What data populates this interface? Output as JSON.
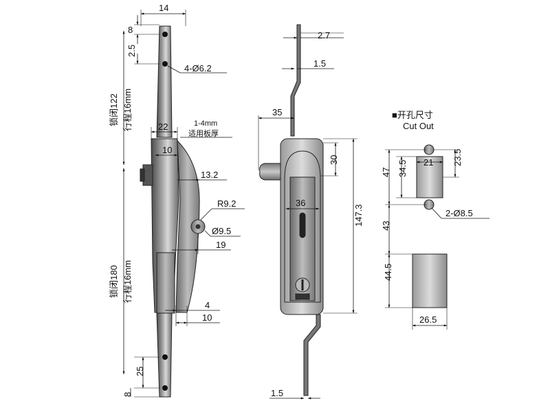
{
  "left_view": {
    "top_width": "14",
    "top_offset": "8",
    "hole_offset": "2.5",
    "holes": "4-Ø6.2",
    "upper_stroke_lock": "锁闭122",
    "upper_stroke_travel": "行程16mm",
    "body_width": "22",
    "panel_note_1": "1-4mm",
    "panel_note_2": "适用板厚",
    "inner_width": "10",
    "depth": "13.2",
    "radius": "R9.2",
    "roller_dia": "Ø9.5",
    "roller_offset": "19",
    "lower_stroke_lock": "锁闭180",
    "lower_stroke_travel": "行程16mm",
    "foot_a": "4",
    "foot_b": "10",
    "bottom_hole_offset": "25",
    "bottom_offset": "8"
  },
  "middle_view": {
    "rod_thickness": "2.7",
    "rod_offset": "1.5",
    "handle_reach": "35",
    "handle_top": "30",
    "body_width": "36",
    "body_height": "147.3",
    "bottom_rod": "1.5"
  },
  "cutout": {
    "title": "■开孔尺寸",
    "subtitle": "Cut Out",
    "width_top": "21",
    "height_top": "23.5",
    "height_total": "47",
    "height_inner": "34.5",
    "holes": "2-Ø8.5",
    "gap": "43",
    "lower_height": "44.5",
    "lower_width": "26.5"
  }
}
